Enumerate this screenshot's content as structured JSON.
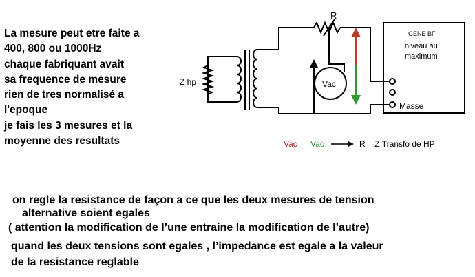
{
  "intro_lines": [
    "La mesure  peut etre faite a",
    "400, 800 ou 1000Hz",
    "chaque fabriquant avait",
    "sa frequence de mesure",
    "rien de tres normalisé a",
    "l'epoque",
    "je fais les 3 mesures et la",
    "moyenne des resultats"
  ],
  "diagram": {
    "resistor_label": "R",
    "speaker_label": "Z hp",
    "voltmeter_label": "Vac",
    "generator_title": "GENE BF",
    "generator_line2": "niveau au",
    "generator_line3": "maximum",
    "ground_label": "Masse",
    "formula": {
      "vac_left": "Vac",
      "equals": "=",
      "vac_right": "Vac",
      "result": "R =  Z Transfo de HP"
    }
  },
  "bottom_lines": [
    "on regle la resistance de façon a ce que les deux mesures de tension",
    "alternative  soient  egales",
    "( attention la modification de l’une entraine la modification de l’autre)",
    "quand les deux tensions  sont  egales , l’impedance est egale a la valeur",
    "de la resistance reglable"
  ],
  "colors": {
    "arrow_red": "#c0392b",
    "arrow_green": "#2e9b2e",
    "vac_red": "#b03030",
    "vac_green": "#2e9b2e"
  }
}
